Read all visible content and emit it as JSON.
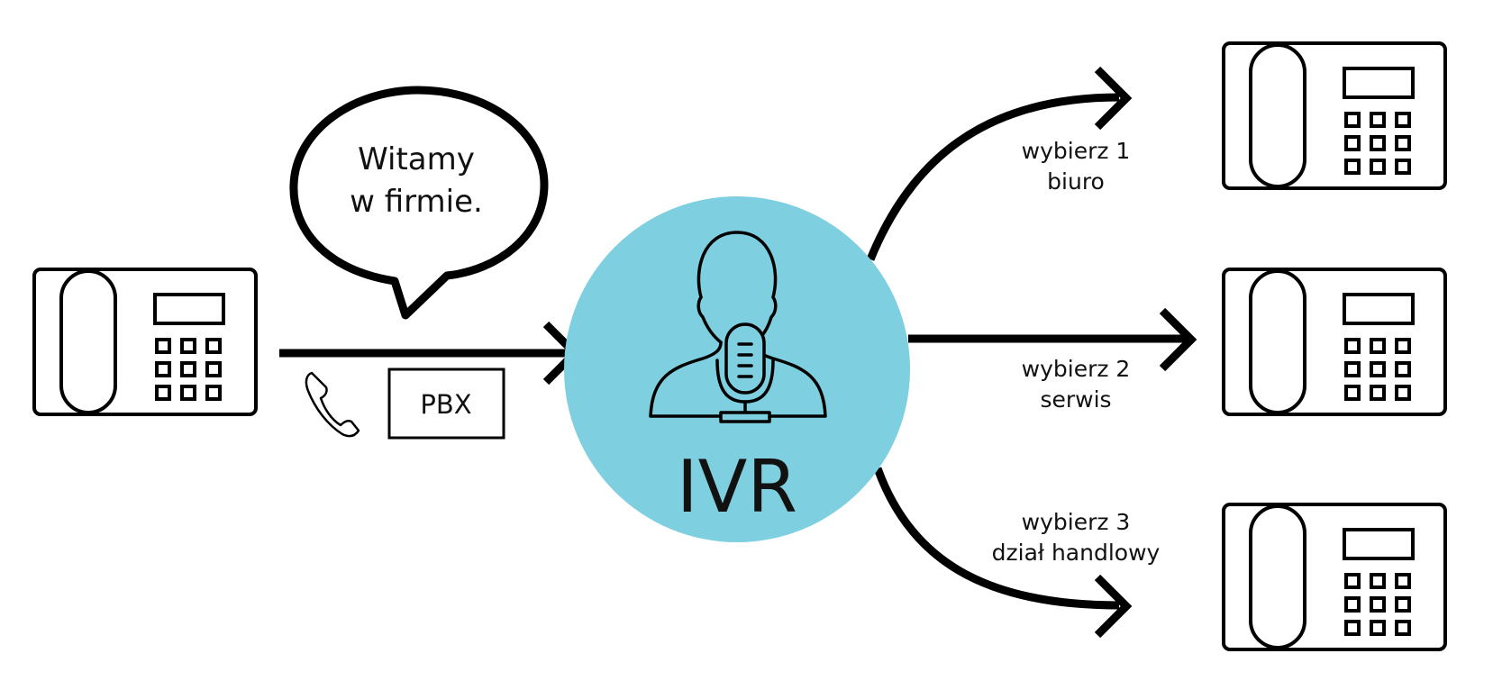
{
  "caller": {
    "greeting_line1": "Witamy",
    "greeting_line2": "w firmie.",
    "pbx_label": "PBX",
    "phone_icon": "handset-icon"
  },
  "ivr": {
    "label": "IVR",
    "circle_color": "#7ECFE0",
    "icon": "person-with-microphone-icon"
  },
  "options": [
    {
      "line1": "wybierz 1",
      "line2": "biuro"
    },
    {
      "line1": "wybierz 2",
      "line2": "serwis"
    },
    {
      "line1": "wybierz 3",
      "line2": "dział handlowy"
    }
  ]
}
